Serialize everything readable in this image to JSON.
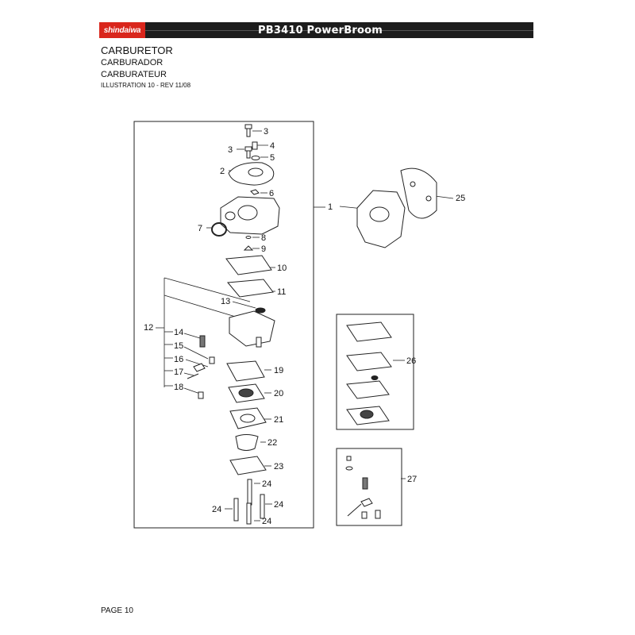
{
  "header": {
    "brand": "shindaiwa",
    "model": "PB3410 PowerBroom",
    "bar_color": "#1d1d1d",
    "brand_color": "#d9261c"
  },
  "titles": {
    "en": "CARBURETOR",
    "es": "CARBURADOR",
    "fr": "CARBURATEUR",
    "illustration": "ILLUSTRATION 10 - REV 11/08"
  },
  "callouts": [
    "3",
    "4",
    "3",
    "5",
    "2",
    "6",
    "1",
    "25",
    "7",
    "8",
    "9",
    "10",
    "11",
    "13",
    "12",
    "14",
    "15",
    "16",
    "17",
    "18",
    "19",
    "20",
    "21",
    "22",
    "23",
    "24",
    "24",
    "24",
    "24",
    "26",
    "27"
  ],
  "footer": {
    "page": "PAGE 10"
  }
}
